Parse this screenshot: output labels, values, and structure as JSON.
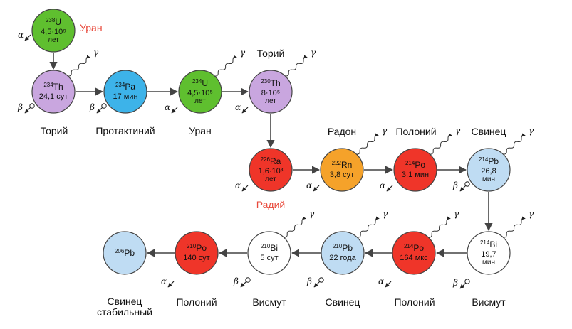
{
  "colors": {
    "green": "#5fbf2f",
    "purple": "#c9a6df",
    "blue": "#3db3e9",
    "red": "#ef3529",
    "orange": "#f5a22a",
    "lightblue": "#bfdcf3",
    "white": "#ffffff",
    "stroke": "#444444",
    "accent_red": "#e8493b"
  },
  "nodes": [
    {
      "id": "u238",
      "mass": "238",
      "symbol": "U",
      "half_life": [
        "4,5·10⁹",
        "лет"
      ],
      "color": "green"
    },
    {
      "id": "th234",
      "mass": "234",
      "symbol": "Th",
      "half_life": [
        "24,1 сут"
      ],
      "color": "purple"
    },
    {
      "id": "pa234",
      "mass": "234",
      "symbol": "Pa",
      "half_life": [
        "17 мин"
      ],
      "color": "blue"
    },
    {
      "id": "u234",
      "mass": "234",
      "symbol": "U",
      "half_life": [
        "4,5·10⁵",
        "лет"
      ],
      "color": "green"
    },
    {
      "id": "th230",
      "mass": "230",
      "symbol": "Th",
      "half_life": [
        "8·10⁵",
        "лет"
      ],
      "color": "purple"
    },
    {
      "id": "ra226",
      "mass": "226",
      "symbol": "Ra",
      "half_life": [
        "1,6·10³",
        "лет"
      ],
      "color": "red"
    },
    {
      "id": "rn222",
      "mass": "222",
      "symbol": "Rn",
      "half_life": [
        "3,8 сут"
      ],
      "color": "orange"
    },
    {
      "id": "po218",
      "mass": "214",
      "symbol": "Po",
      "half_life": [
        "3,1 мин"
      ],
      "color": "red"
    },
    {
      "id": "pb214",
      "mass": "214",
      "symbol": "Pb",
      "half_life": [
        "26,8",
        "мин"
      ],
      "color": "lightblue"
    },
    {
      "id": "bi214",
      "mass": "214",
      "symbol": "Bi",
      "half_life": [
        "19,7",
        "мин"
      ],
      "color": "white"
    },
    {
      "id": "po214",
      "mass": "214",
      "symbol": "Po",
      "half_life": [
        "164 мкс"
      ],
      "color": "red"
    },
    {
      "id": "pb210",
      "mass": "210",
      "symbol": "Pb",
      "half_life": [
        "22 года"
      ],
      "color": "lightblue"
    },
    {
      "id": "bi210",
      "mass": "210",
      "symbol": "Bi",
      "half_life": [
        "5 сут"
      ],
      "color": "white"
    },
    {
      "id": "po210",
      "mass": "210",
      "symbol": "Po",
      "half_life": [
        "140 сут"
      ],
      "color": "red"
    },
    {
      "id": "pb206",
      "mass": "206",
      "symbol": "Pb",
      "half_life": [],
      "color": "lightblue"
    }
  ],
  "names": {
    "u238": "Уран",
    "th234": "Торий",
    "pa234": "Протактиний",
    "u234": "Уран",
    "th230": "Торий",
    "ra226": "Радий",
    "rn222": "Радон",
    "po218": "Полоний",
    "pb214": "Свинец",
    "bi214": "Висмут",
    "po214": "Полоний",
    "pb210": "Свинец",
    "bi210": "Висмут",
    "po210": "Полоний",
    "pb206": [
      "Свинец",
      "стабильный"
    ]
  },
  "decay": {
    "u238": "α",
    "th234": "β",
    "pa234": "β",
    "u234": "α",
    "th230": "α",
    "ra226": "α",
    "rn222": "α",
    "po218": "α",
    "pb214": "β",
    "bi214": "β",
    "po214": "α",
    "pb210": "β",
    "bi210": "β",
    "po210": "α"
  },
  "gamma": "γ",
  "edges": [
    [
      "u238",
      "th234"
    ],
    [
      "th234",
      "pa234"
    ],
    [
      "pa234",
      "u234"
    ],
    [
      "u234",
      "th230"
    ],
    [
      "th230",
      "ra226"
    ],
    [
      "ra226",
      "rn222"
    ],
    [
      "rn222",
      "po218"
    ],
    [
      "po218",
      "pb214"
    ],
    [
      "pb214",
      "bi214"
    ],
    [
      "bi214",
      "po214"
    ],
    [
      "po214",
      "pb210"
    ],
    [
      "pb210",
      "bi210"
    ],
    [
      "bi210",
      "po210"
    ],
    [
      "po210",
      "pb206"
    ]
  ]
}
